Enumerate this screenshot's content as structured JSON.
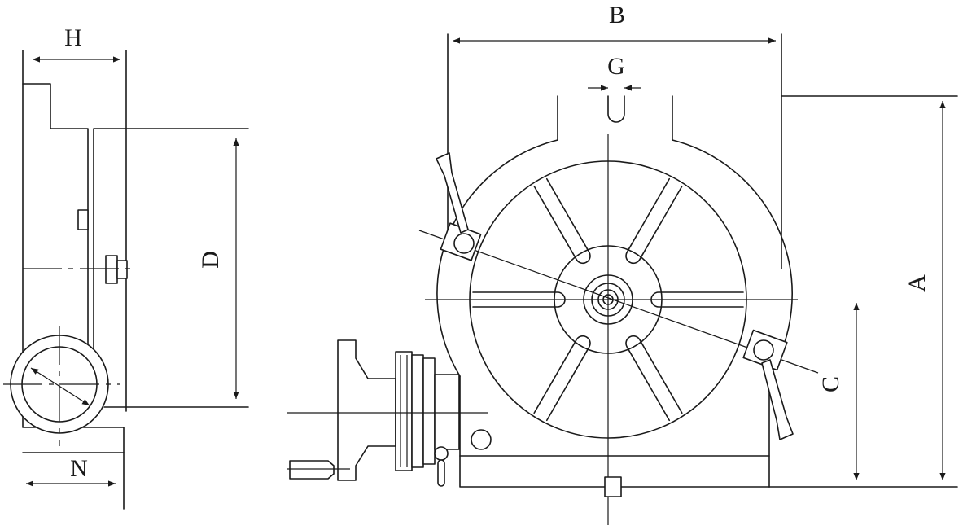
{
  "dimensions": {
    "A": "A",
    "B": "B",
    "C": "C",
    "D": "D",
    "G": "G",
    "H": "H",
    "N": "N"
  }
}
